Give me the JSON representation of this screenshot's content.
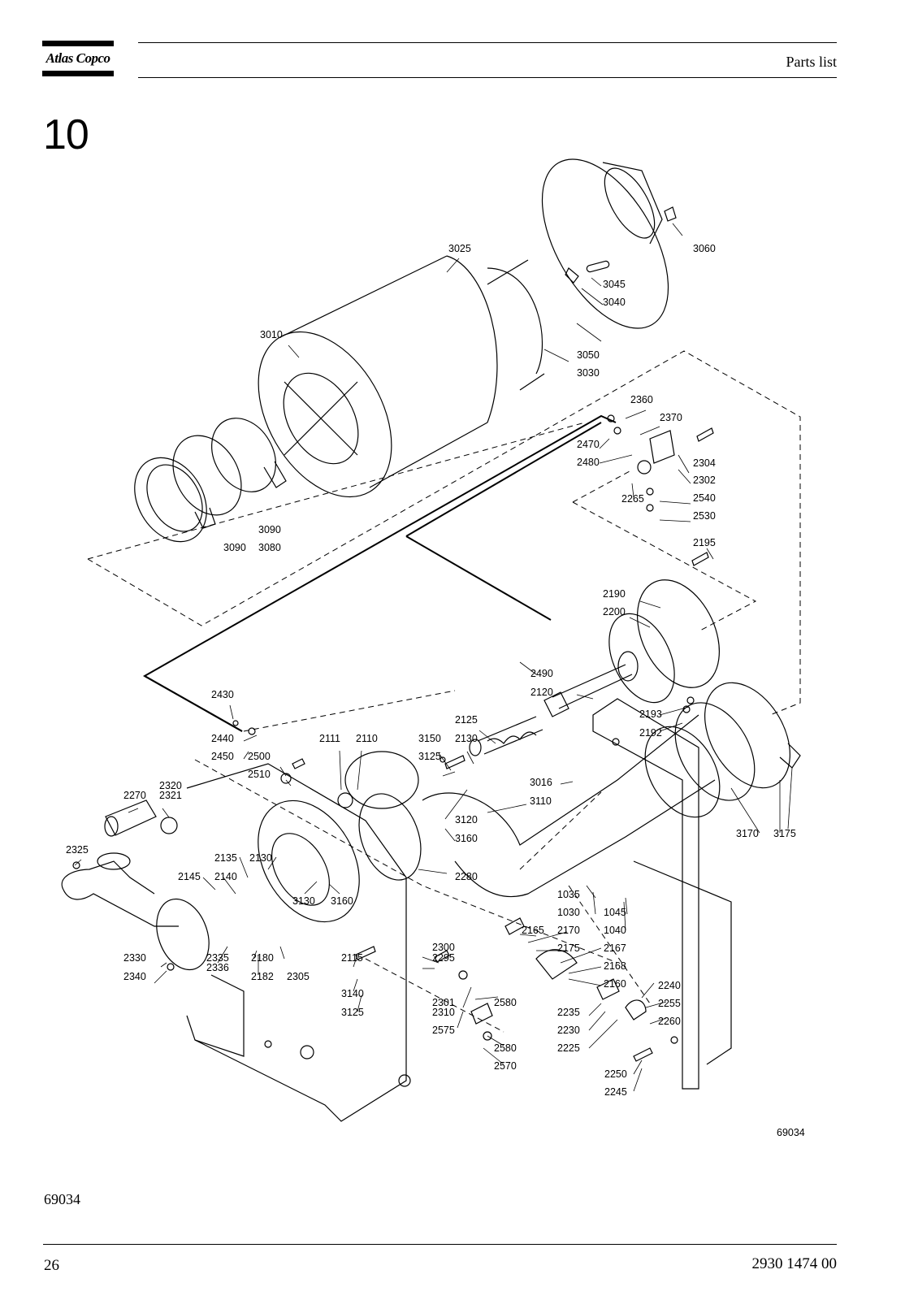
{
  "header": {
    "logo_text": "Atlas Copco",
    "section_label": "Parts list"
  },
  "section_number": "10",
  "figure": {
    "drawing_id": "69034",
    "part_labels": [
      "3025",
      "3060",
      "3045",
      "3040",
      "3010",
      "3050",
      "3030",
      "2360",
      "2370",
      "2470",
      "2304",
      "2480",
      "2302",
      "2265",
      "2540",
      "2530",
      "3090",
      "3090",
      "3080",
      "2195",
      "2190",
      "2200",
      "2490",
      "2430",
      "2120",
      "2193",
      "2192",
      "2125",
      "2440",
      "2450",
      "2111",
      "2110",
      "3150",
      "2130",
      "2500",
      "3125",
      "2510",
      "3016",
      "2320",
      "2270",
      "2321",
      "3110",
      "3120",
      "3160",
      "3170",
      "3175",
      "2325",
      "2135",
      "2130",
      "2145",
      "2140",
      "2280",
      "3130",
      "3160",
      "1035",
      "1030",
      "1045",
      "1040",
      "2165",
      "2170",
      "2300",
      "2175",
      "2167",
      "2295",
      "2330",
      "2335",
      "2180",
      "2115",
      "2168",
      "2336",
      "2340",
      "2182",
      "2305",
      "2160",
      "2240",
      "3140",
      "2301",
      "2580",
      "2235",
      "2255",
      "2310",
      "2230",
      "2260",
      "3125",
      "2575",
      "2225",
      "2580",
      "2570",
      "2250",
      "2245"
    ]
  },
  "caption": "69034",
  "footer": {
    "page_number": "26",
    "document_number": "2930 1474 00"
  }
}
